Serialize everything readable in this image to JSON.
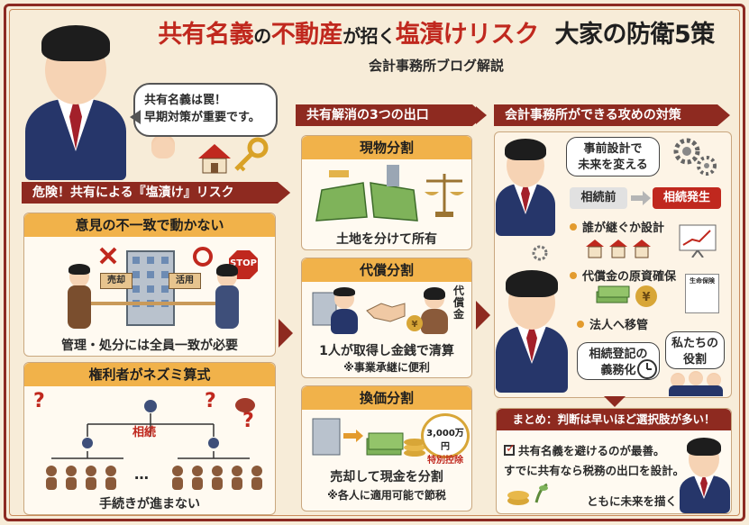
{
  "title": {
    "part1": "共有名義",
    "part2": "の",
    "part3": "不動産",
    "part4": "が招く",
    "part5": "塩漬けリスク",
    "part6": "大家の防衛5策"
  },
  "subtitle": "会計事務所ブログ解説",
  "speech_bubble": {
    "line1": "共有名義は罠！",
    "line2": "早期対策が重要です。"
  },
  "left_section": {
    "banner": "危険！共有による『塩漬け』リスク",
    "panel1": {
      "title": "意見の不一致で動かない",
      "sign_left": "売却",
      "sign_right": "活用",
      "stop": "STOP",
      "caption": "管理・処分には全員一致が必要"
    },
    "panel2": {
      "title": "権利者がネズミ算式",
      "label": "相続",
      "dots": "…",
      "caption": "手続きが進まない"
    }
  },
  "middle_section": {
    "banner": "共有解消の3つの出口",
    "option1": {
      "title": "現物分割",
      "caption": "土地を分けて所有"
    },
    "option2": {
      "title": "代償分割",
      "side_label": "代償金",
      "caption": "1人が取得し金銭で清算",
      "note": "※事業承継に便利"
    },
    "option3": {
      "title": "換価分割",
      "badge_line1": "3,000万円",
      "badge_line2": "特別控除",
      "caption": "売却して現金を分割",
      "note": "※各人に適用可能で節税"
    }
  },
  "right_section": {
    "banner": "会計事務所ができる攻めの対策",
    "bubble_line1": "事前設計で",
    "bubble_line2": "未来を変える",
    "before_label": "相続前",
    "after_label": "相続発生",
    "items": [
      "誰が継ぐか設計",
      "代償金の原資確保",
      "法人へ移管",
      "相続登記の",
      "義務化"
    ],
    "insurance_label": "生命保険",
    "role_line1": "私たちの",
    "role_line2": "役割"
  },
  "summary": {
    "header": "まとめ：判断は早いほど選択肢が多い！",
    "line1": "共有名義を避けるのが最善。",
    "line2": "すでに共有なら税務の出口を設計。",
    "line3": "ともに未来を描く"
  },
  "colors": {
    "banner": "#8e2a20",
    "panel_header": "#f1b24a",
    "accent_red": "#c0281e",
    "background": "#f7ecd8",
    "suit": "#26366a"
  },
  "icons": [
    "house-icon",
    "key-icon",
    "cross-mark-icon",
    "circle-mark-icon",
    "stop-sign-icon",
    "building-icon",
    "question-mark-icon",
    "seal-icon",
    "scale-icon",
    "handshake-icon",
    "money-bag-icon",
    "coins-icon",
    "gear-icon",
    "chart-icon",
    "clock-icon",
    "money-stack-icon"
  ]
}
